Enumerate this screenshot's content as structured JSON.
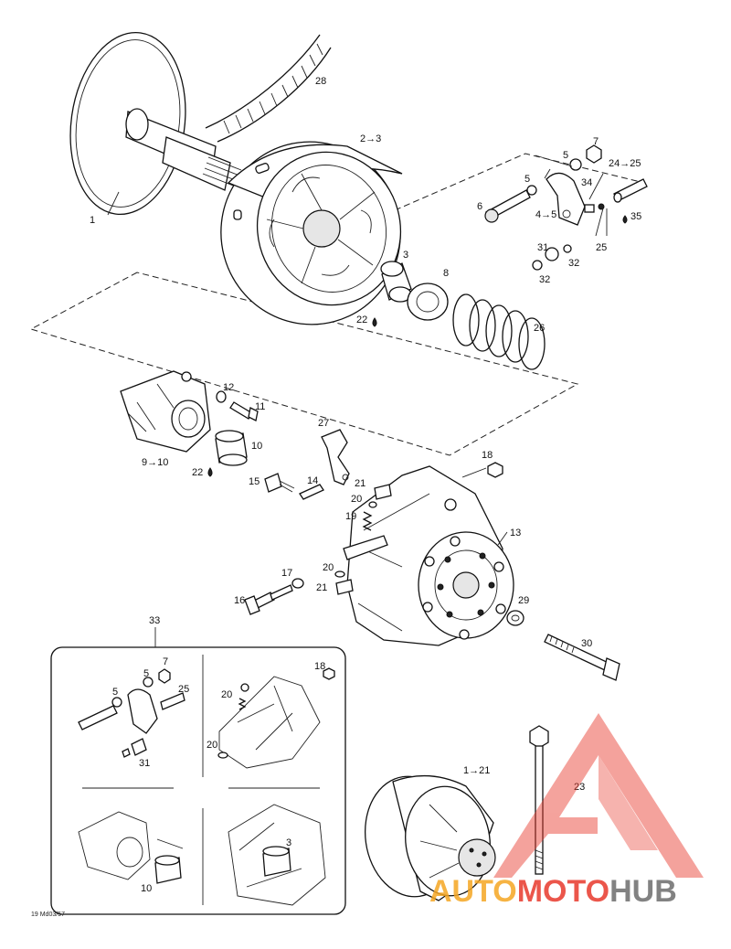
{
  "callouts": [
    {
      "id": "c1",
      "text": "1"
    },
    {
      "id": "c28",
      "text": "28"
    },
    {
      "id": "c2to3",
      "text": "2→3"
    },
    {
      "id": "c7a",
      "text": "7"
    },
    {
      "id": "c5a",
      "text": "5"
    },
    {
      "id": "c5b",
      "text": "5"
    },
    {
      "id": "c34",
      "text": "34"
    },
    {
      "id": "c24",
      "text": "24→25"
    },
    {
      "id": "c6",
      "text": "6"
    },
    {
      "id": "c4to5",
      "text": "4→5"
    },
    {
      "id": "c35",
      "text": "35"
    },
    {
      "id": "c25a",
      "text": "25"
    },
    {
      "id": "c31a",
      "text": "31"
    },
    {
      "id": "c32a",
      "text": "32"
    },
    {
      "id": "c32b",
      "text": "32"
    },
    {
      "id": "c3a",
      "text": "3"
    },
    {
      "id": "c8",
      "text": "8"
    },
    {
      "id": "c22a",
      "text": "22"
    },
    {
      "id": "c26",
      "text": "26"
    },
    {
      "id": "c12",
      "text": "12"
    },
    {
      "id": "c11",
      "text": "11"
    },
    {
      "id": "c10a",
      "text": "10"
    },
    {
      "id": "c9to10",
      "text": "9→10"
    },
    {
      "id": "c22b",
      "text": "22"
    },
    {
      "id": "c27",
      "text": "27"
    },
    {
      "id": "c18a",
      "text": "18"
    },
    {
      "id": "c15",
      "text": "15"
    },
    {
      "id": "c14",
      "text": "14"
    },
    {
      "id": "c21a",
      "text": "21"
    },
    {
      "id": "c20a",
      "text": "20"
    },
    {
      "id": "c19",
      "text": "19"
    },
    {
      "id": "c13",
      "text": "13"
    },
    {
      "id": "c17",
      "text": "17"
    },
    {
      "id": "c20b",
      "text": "20"
    },
    {
      "id": "c21b",
      "text": "21"
    },
    {
      "id": "c16",
      "text": "16"
    },
    {
      "id": "c29",
      "text": "29"
    },
    {
      "id": "c30",
      "text": "30"
    },
    {
      "id": "c33",
      "text": "33"
    },
    {
      "id": "c7b",
      "text": "7"
    },
    {
      "id": "c5c",
      "text": "5"
    },
    {
      "id": "c5d",
      "text": "5"
    },
    {
      "id": "c25b",
      "text": "25"
    },
    {
      "id": "c31b",
      "text": "31"
    },
    {
      "id": "c18b",
      "text": "18"
    },
    {
      "id": "c20c",
      "text": "20"
    },
    {
      "id": "c20d",
      "text": "20"
    },
    {
      "id": "c10b",
      "text": "10"
    },
    {
      "id": "c3b",
      "text": "3"
    },
    {
      "id": "c1to21",
      "text": "1→21"
    },
    {
      "id": "c23",
      "text": "23"
    }
  ],
  "drawing_code": "19 Md03/57",
  "watermark": {
    "part1": "AUTO",
    "part2": "MOTO",
    "part3": "HUB",
    "color_orange": "#f5a623",
    "color_red": "#e8392c",
    "color_gray": "#6d6d6d"
  }
}
